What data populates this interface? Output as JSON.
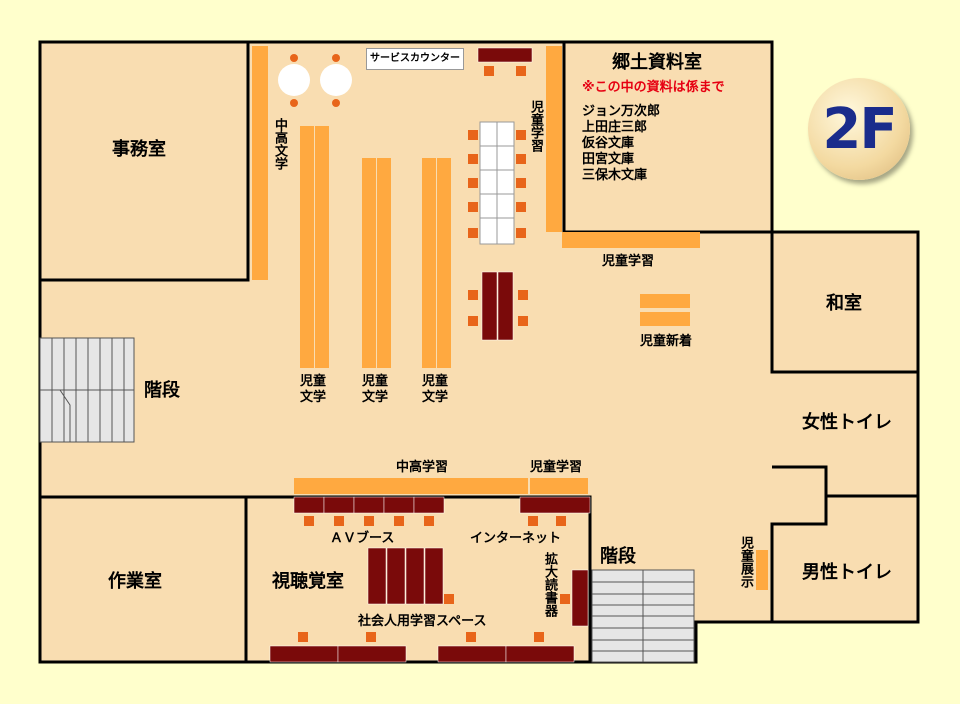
{
  "floor": "2F",
  "colors": {
    "floor": "#F9DDB1",
    "shelf": "#FFA940",
    "table": "#7A0A0A",
    "chair": "#E8651A",
    "wall": "#000000",
    "stairs": "#E6E6E6",
    "note": "#E60012",
    "floor_badge": "#1A2C8C"
  },
  "rooms": {
    "office": "事務室",
    "stairs_west": "階段",
    "workroom": "作業室",
    "av_room": "視聴覚室",
    "stairs_center": "階段",
    "japanese_room": "和室",
    "womens_toilet": "女性トイレ",
    "mens_toilet": "男性トイレ",
    "local_history": "郷土資料室"
  },
  "local_history_note": "※この中の資料は係まで",
  "collections": [
    "ジョン万次郎",
    "上田庄三郎",
    "仮谷文庫",
    "田宮文庫",
    "三保木文庫"
  ],
  "service_counter": "サービスカウンター",
  "sections": {
    "ya_literature": "中高文学",
    "kids_study_top": "児童学習",
    "kids_lit_1": "児童\n文学",
    "kids_lit_2": "児童\n文学",
    "kids_lit_3": "児童\n文学",
    "kids_study_mid": "児童学習",
    "kids_new": "児童新着",
    "ya_study": "中高学習",
    "kids_study_bottom": "児童学習",
    "av_booth": "ＡＶブース",
    "internet": "インターネット",
    "magnifier": "拡大読書器",
    "adult_study": "社会人用学習スペース",
    "kids_display": "児童展示"
  }
}
